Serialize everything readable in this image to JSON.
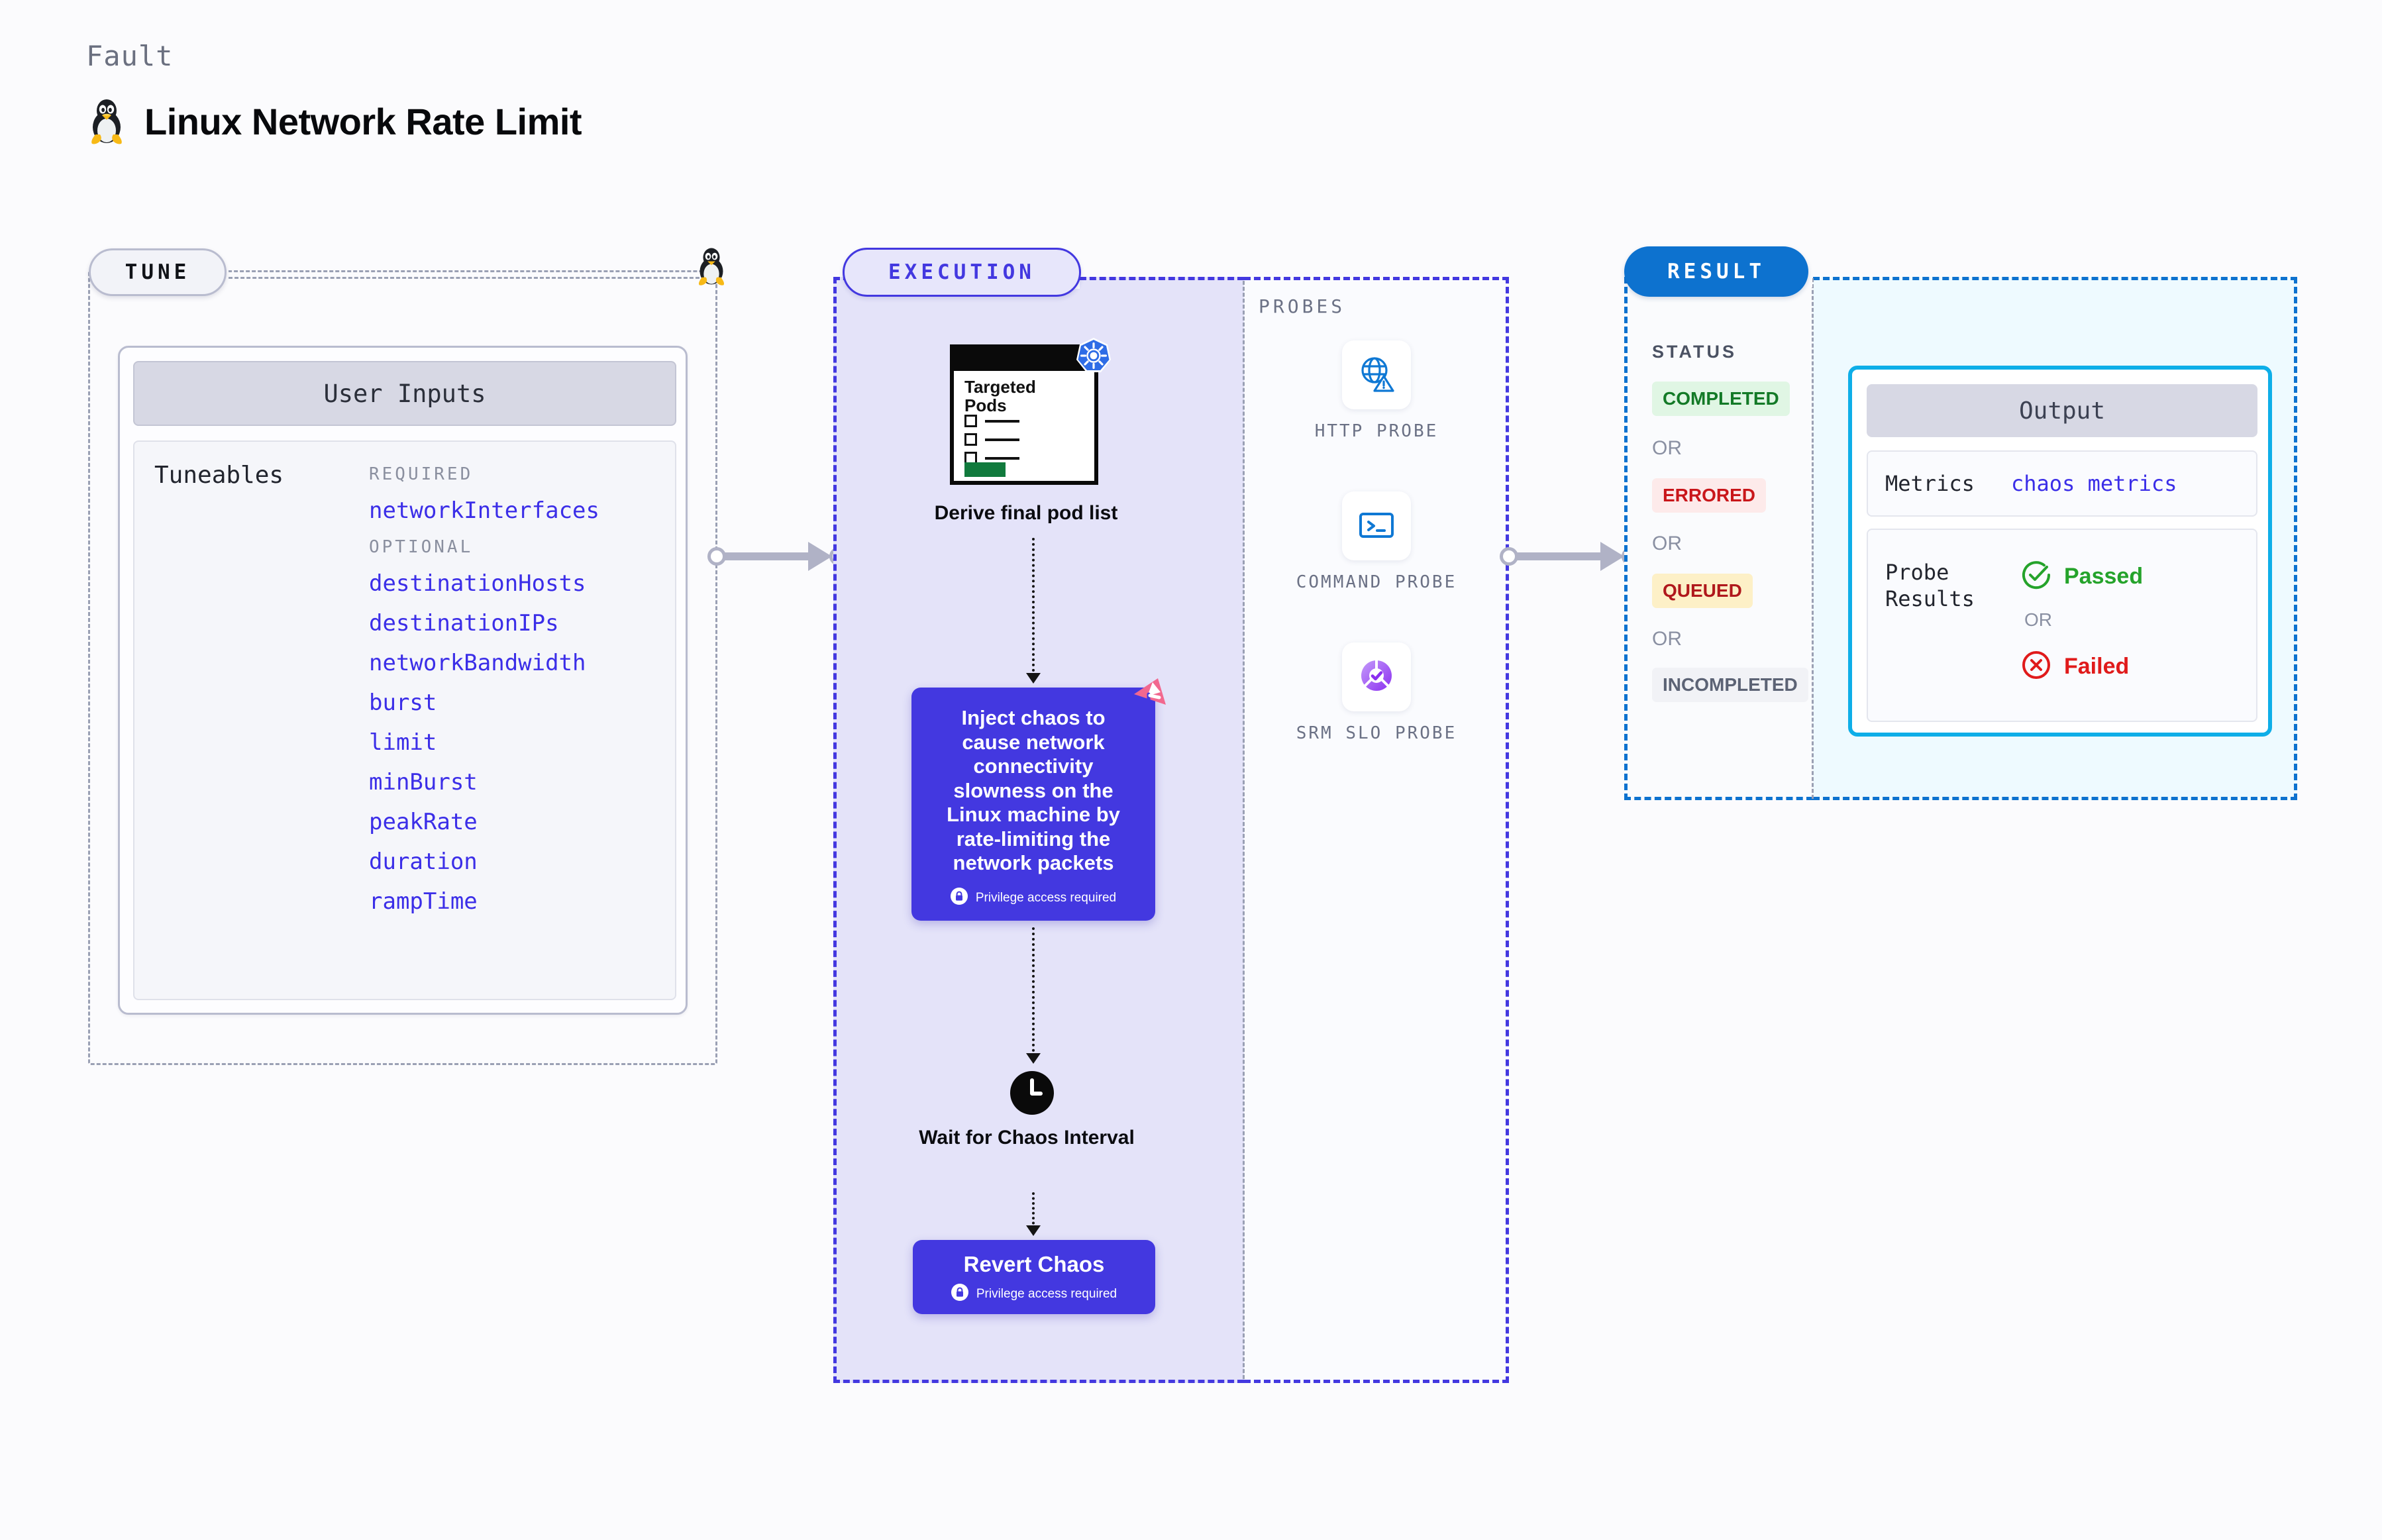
{
  "header": {
    "kicker": "Fault",
    "title": "Linux Network Rate Limit",
    "icon": "linux-tux-icon"
  },
  "tune": {
    "pill_label": "TUNE",
    "edge_icon": "linux-tux-icon",
    "user_inputs_title": "User Inputs",
    "tuneables_label": "Tuneables",
    "groups": [
      {
        "label": "REQUIRED",
        "items": [
          "networkInterfaces"
        ]
      },
      {
        "label": "OPTIONAL",
        "items": [
          "destinationHosts",
          "destinationIPs",
          "networkBandwidth",
          "burst",
          "limit",
          "minBurst",
          "peakRate",
          "duration",
          "rampTime"
        ]
      }
    ]
  },
  "execution": {
    "pill_label": "EXECUTION",
    "pods_card": {
      "title": "Targeted Pods",
      "badge_icon": "kubernetes-icon",
      "rows": 3
    },
    "pods_caption": "Derive final pod list",
    "inject": {
      "text": "Inject chaos to cause network connectivity slowness on the Linux machine by rate-limiting the network packets",
      "privilege_note": "Privilege access required",
      "privilege_icon": "lock-icon",
      "badge_icon": "litmuschaos-icon"
    },
    "wait": {
      "icon": "clock-icon",
      "caption": "Wait for Chaos Interval"
    },
    "revert": {
      "title": "Revert Chaos",
      "privilege_note": "Privilege access required",
      "privilege_icon": "lock-icon"
    }
  },
  "probes": {
    "label": "PROBES",
    "items": [
      {
        "caption": "HTTP PROBE",
        "icon": "globe-warning-icon"
      },
      {
        "caption": "COMMAND PROBE",
        "icon": "terminal-icon"
      },
      {
        "caption": "SRM SLO PROBE",
        "icon": "slo-donut-check-icon"
      }
    ]
  },
  "result": {
    "pill_label": "RESULT",
    "status_label": "STATUS",
    "or_label": "OR",
    "statuses": [
      {
        "label": "COMPLETED",
        "color": "#137a27",
        "bg": "#e0f6e4"
      },
      {
        "label": "ERRORED",
        "color": "#c9161a",
        "bg": "#fdeaea"
      },
      {
        "label": "QUEUED",
        "color": "#b0181c",
        "bg": "#fdf0c7"
      },
      {
        "label": "INCOMPLETED",
        "color": "#5c6375",
        "bg": "#f1f2f6"
      }
    ],
    "output": {
      "title": "Output",
      "metrics_label": "Metrics",
      "metrics_value": "chaos metrics",
      "probe_results_label": "Probe Results",
      "passed_label": "Passed",
      "failed_label": "Failed",
      "or_label": "OR",
      "passed_icon": "check-circle-icon",
      "failed_icon": "x-circle-icon"
    }
  },
  "colors": {
    "accent_violet": "#4338e0",
    "accent_blue": "#0d72cf",
    "output_border": "#0eaee8",
    "connector_gray": "#b0b2c6",
    "exec_bg": "#e4e3f9",
    "result_bg": "#eefaff"
  }
}
